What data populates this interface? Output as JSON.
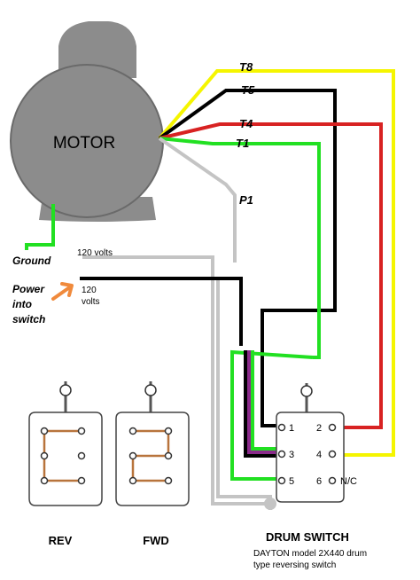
{
  "motor": {
    "label": "MOTOR"
  },
  "wire_labels": {
    "t8": "T8",
    "t5": "T5",
    "t4": "T4",
    "t1": "T1",
    "p1": "P1"
  },
  "ground": {
    "label": "Ground"
  },
  "power": {
    "line1": "Power",
    "line2": "into",
    "line3": "switch",
    "volts_a": "120 volts",
    "volts_b_1": "120",
    "volts_b_2": "volts"
  },
  "terminals": {
    "t1": "1",
    "t2": "2",
    "t3": "3",
    "t4": "4",
    "t5": "5",
    "t6": "6",
    "nc": "N/C"
  },
  "rev": {
    "label": "REV"
  },
  "fwd": {
    "label": "FWD"
  },
  "drum_switch": {
    "title": "DRUM SWITCH",
    "subtitle_1": "DAYTON model 2X440 drum",
    "subtitle_2": "type reversing switch"
  },
  "colors": {
    "yellow": "#f5f500",
    "black": "#000000",
    "red": "#d82222",
    "green": "#22e022",
    "gray": "#c4c4c4",
    "purple": "#8a2a8a",
    "orange": "#f08a3c",
    "brown": "#b8743c",
    "motor_gray": "#8c8c8c"
  }
}
